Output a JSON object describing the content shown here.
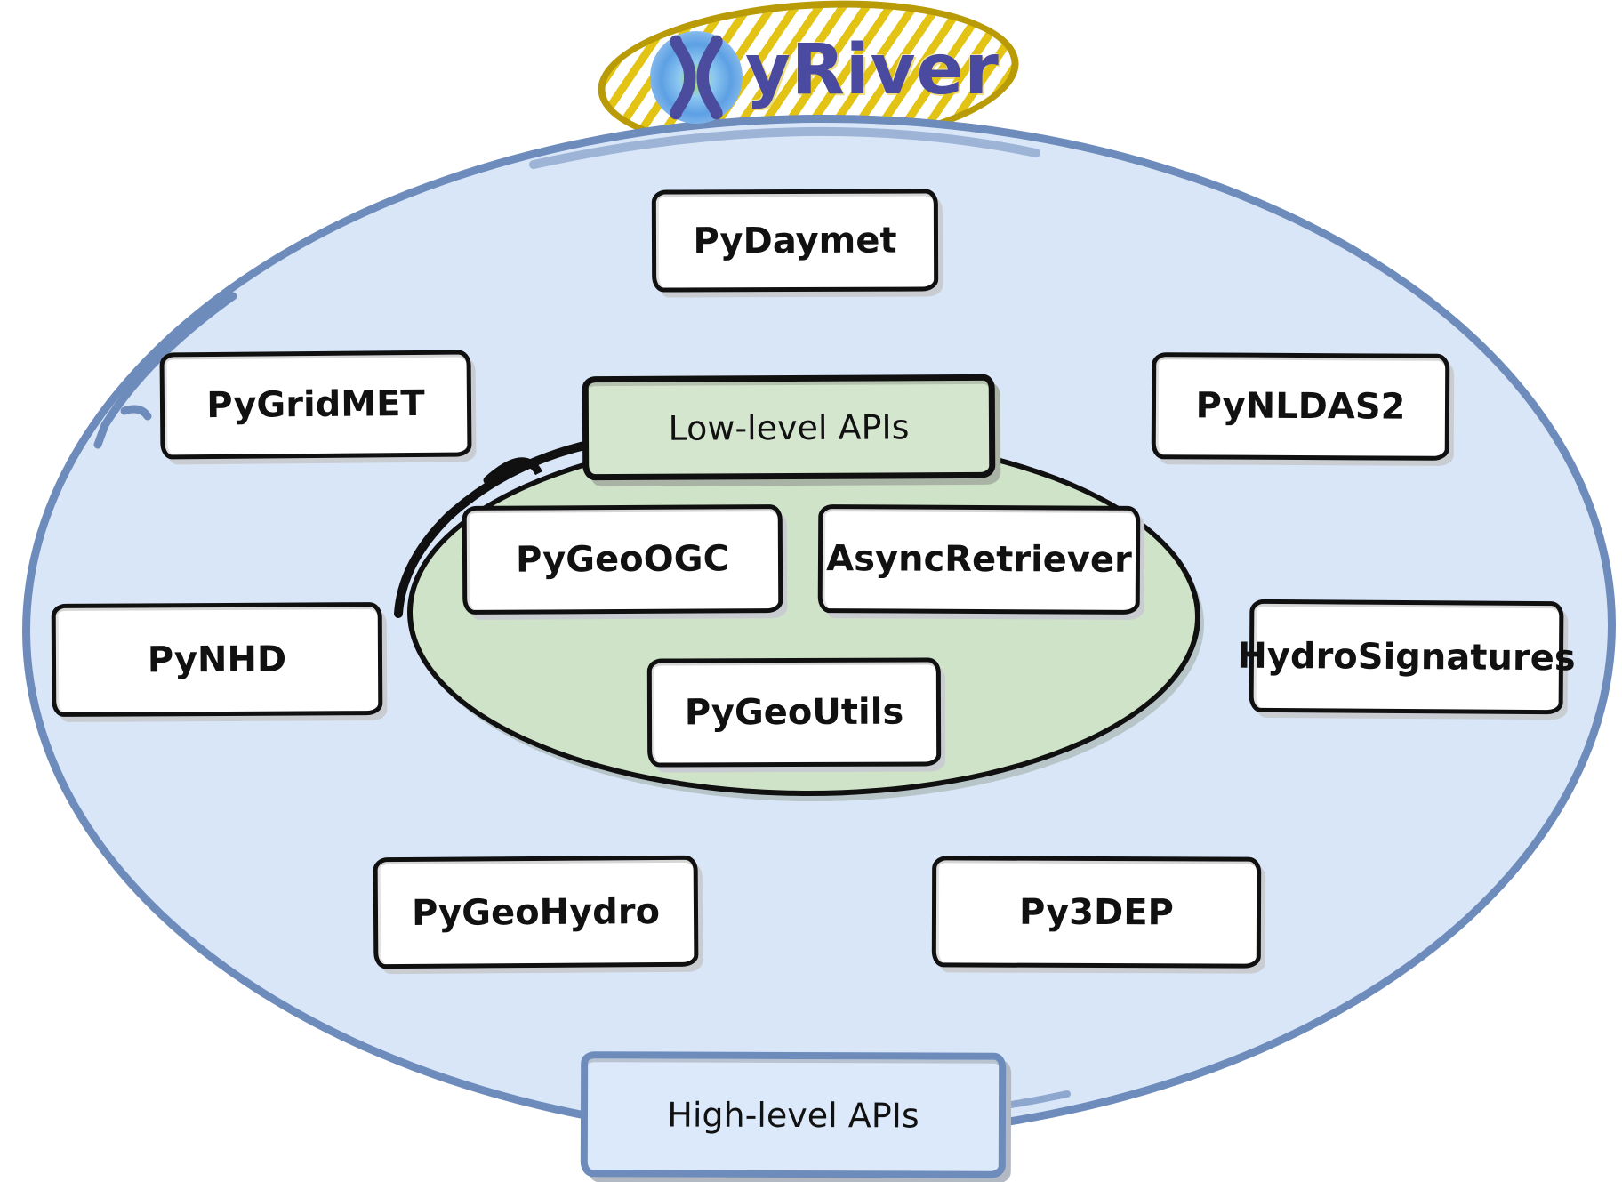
{
  "logo": {
    "text": "yRiver",
    "icon": "stylized-H-waterdrop-circle",
    "text_color": "#4a4aa0",
    "badge_hatch_color": "#e3c414",
    "badge_border_color": "#b89b07"
  },
  "outer_ellipse": {
    "label": "High-level APIs",
    "fill": "#d9e6f8",
    "border_color": "#6d8cbc"
  },
  "inner_ellipse": {
    "label": "Low-level APIs",
    "fill": "#cfe3c8",
    "label_fill": "#d5e6cf",
    "border_color": "#101010"
  },
  "high_level_modules": [
    {
      "label": "PyDaymet"
    },
    {
      "label": "PyGridMET"
    },
    {
      "label": "PyNLDAS2"
    },
    {
      "label": "PyNHD"
    },
    {
      "label": "HydroSignatures"
    },
    {
      "label": "PyGeoHydro"
    },
    {
      "label": "Py3DEP"
    }
  ],
  "low_level_modules": [
    {
      "label": "PyGeoOGC"
    },
    {
      "label": "AsyncRetriever"
    },
    {
      "label": "PyGeoUtils"
    }
  ],
  "module_box_style": {
    "fill": "#ffffff",
    "border_color": "#101010",
    "text_color": "#111111"
  }
}
